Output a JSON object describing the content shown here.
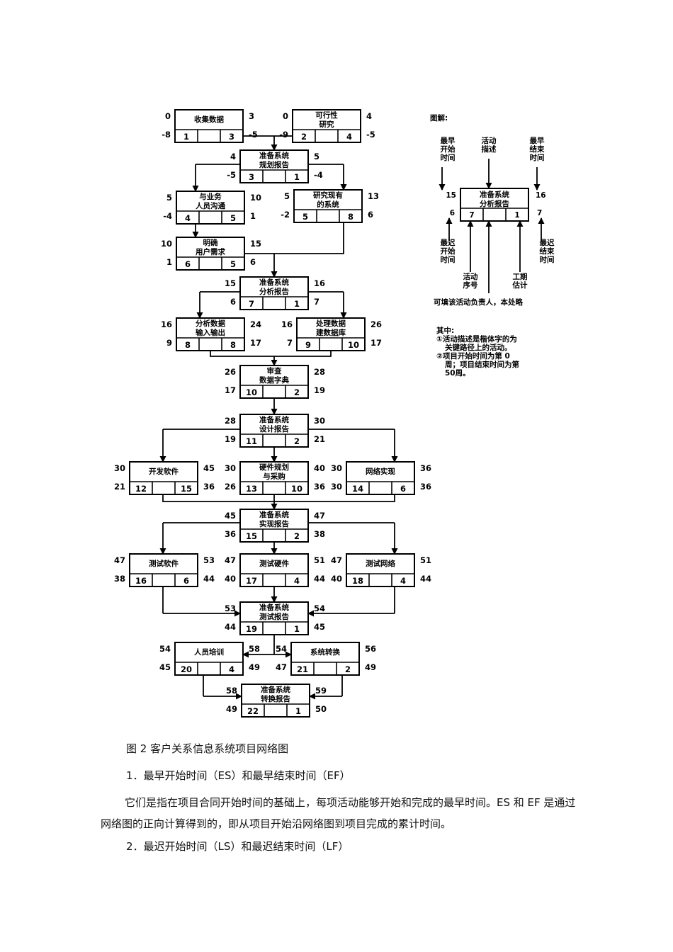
{
  "nodes": [
    {
      "id": "n1",
      "lines": [
        "收集数据"
      ],
      "es": "0",
      "ef": "3",
      "ls": "-8",
      "lf": "-5",
      "seq": "1",
      "dur": "3"
    },
    {
      "id": "n2",
      "lines": [
        "可行性",
        "研究"
      ],
      "es": "0",
      "ef": "4",
      "ls": "-9",
      "lf": "-5",
      "seq": "2",
      "dur": "4"
    },
    {
      "id": "n3",
      "lines": [
        "准备系统",
        "规划报告"
      ],
      "es": "4",
      "ef": "5",
      "ls": "-5",
      "lf": "-4",
      "seq": "3",
      "dur": "1"
    },
    {
      "id": "n4",
      "lines": [
        "与业务",
        "人员沟通"
      ],
      "es": "5",
      "ef": "10",
      "ls": "-4",
      "lf": "1",
      "seq": "4",
      "dur": "5"
    },
    {
      "id": "n5",
      "lines": [
        "研究现有",
        "的系统"
      ],
      "es": "5",
      "ef": "13",
      "ls": "-2",
      "lf": "6",
      "seq": "5",
      "dur": "8"
    },
    {
      "id": "n6",
      "lines": [
        "明确",
        "用户需求"
      ],
      "es": "10",
      "ef": "15",
      "ls": "1",
      "lf": "6",
      "seq": "6",
      "dur": "5"
    },
    {
      "id": "n7",
      "lines": [
        "准备系统",
        "分析报告"
      ],
      "es": "15",
      "ef": "16",
      "ls": "6",
      "lf": "7",
      "seq": "7",
      "dur": "1"
    },
    {
      "id": "n8",
      "lines": [
        "分析数据",
        "输入输出"
      ],
      "es": "16",
      "ef": "24",
      "ls": "9",
      "lf": "17",
      "seq": "8",
      "dur": "8"
    },
    {
      "id": "n9",
      "lines": [
        "处理数据",
        "建数据库"
      ],
      "es": "16",
      "ef": "26",
      "ls": "7",
      "lf": "17",
      "seq": "9",
      "dur": "10"
    },
    {
      "id": "n10",
      "lines": [
        "审查",
        "数据字典"
      ],
      "es": "26",
      "ef": "28",
      "ls": "17",
      "lf": "19",
      "seq": "10",
      "dur": "2"
    },
    {
      "id": "n11",
      "lines": [
        "准备系统",
        "设计报告"
      ],
      "es": "28",
      "ef": "30",
      "ls": "19",
      "lf": "21",
      "seq": "11",
      "dur": "2"
    },
    {
      "id": "n12",
      "lines": [
        "开发软件"
      ],
      "es": "30",
      "ef": "45",
      "ls": "21",
      "lf": "36",
      "seq": "12",
      "dur": "15"
    },
    {
      "id": "n13",
      "lines": [
        "硬件规划",
        "与采购"
      ],
      "es": "30",
      "ef": "40",
      "ls": "26",
      "lf": "36",
      "seq": "13",
      "dur": "10"
    },
    {
      "id": "n14",
      "lines": [
        "网络实现"
      ],
      "es": "30",
      "ef": "36",
      "ls": "30",
      "lf": "36",
      "seq": "14",
      "dur": "6"
    },
    {
      "id": "n15",
      "lines": [
        "准备系统",
        "实现报告"
      ],
      "es": "45",
      "ef": "47",
      "ls": "36",
      "lf": "38",
      "seq": "15",
      "dur": "2"
    },
    {
      "id": "n16",
      "lines": [
        "测试软件"
      ],
      "es": "47",
      "ef": "53",
      "ls": "38",
      "lf": "44",
      "seq": "16",
      "dur": "6"
    },
    {
      "id": "n17",
      "lines": [
        "测试硬件"
      ],
      "es": "47",
      "ef": "51",
      "ls": "40",
      "lf": "44",
      "seq": "17",
      "dur": "4"
    },
    {
      "id": "n18",
      "lines": [
        "测试网络"
      ],
      "es": "47",
      "ef": "51",
      "ls": "40",
      "lf": "44",
      "seq": "18",
      "dur": "4"
    },
    {
      "id": "n19",
      "lines": [
        "准备系统",
        "测试报告"
      ],
      "es": "53",
      "ef": "54",
      "ls": "44",
      "lf": "45",
      "seq": "19",
      "dur": "1"
    },
    {
      "id": "n20",
      "lines": [
        "人员培训"
      ],
      "es": "54",
      "ef": "58",
      "ls": "45",
      "lf": "49",
      "seq": "20",
      "dur": "4"
    },
    {
      "id": "n21",
      "lines": [
        "系统转换"
      ],
      "es": "54",
      "ef": "56",
      "ls": "47",
      "lf": "49",
      "seq": "21",
      "dur": "2"
    },
    {
      "id": "n22",
      "lines": [
        "准备系统",
        "转换报告"
      ],
      "es": "58",
      "ef": "59",
      "ls": "49",
      "lf": "50",
      "seq": "22",
      "dur": "1"
    }
  ],
  "legend": {
    "title": "图解:",
    "es_label": [
      "最早",
      "开始",
      "时间"
    ],
    "desc_label": [
      "活动",
      "描述"
    ],
    "ef_label": [
      "最早",
      "结束",
      "时间"
    ],
    "ls_label": [
      "最迟",
      "开始",
      "时间"
    ],
    "lf_label": [
      "最迟",
      "结束",
      "时间"
    ],
    "seq_label": [
      "活动",
      "序号"
    ],
    "dur_label": [
      "工期",
      "估计"
    ],
    "example": {
      "lines": [
        "准备系统",
        "分析报告"
      ],
      "es": "15",
      "ef": "16",
      "ls": "6",
      "lf": "7",
      "seq": "7",
      "dur": "1"
    },
    "responsible": "可填该活动负责人，本处略",
    "notes_title": "其中:",
    "notes": [
      "①活动描述是楷体字的为",
      "关键路径上的活动。",
      "②项目开始时间为第 0",
      "周；项目结束时间为第",
      "50周。"
    ]
  },
  "text": {
    "caption": "图 2 客户关系信息系统项目网络图",
    "heading1": "1．最早开始时间（ES）和最早结束时间（EF）",
    "paragraph": "它们是指在项目合同开始时间的基础上，每项活动能够开始和完成的最早时间。ES 和 EF 是通过网络图的正向计算得到的，即从项目开始沿网络图到项目完成的累计时间。",
    "heading2": "2．最迟开始时间（LS）和最迟结束时间（LF）"
  }
}
